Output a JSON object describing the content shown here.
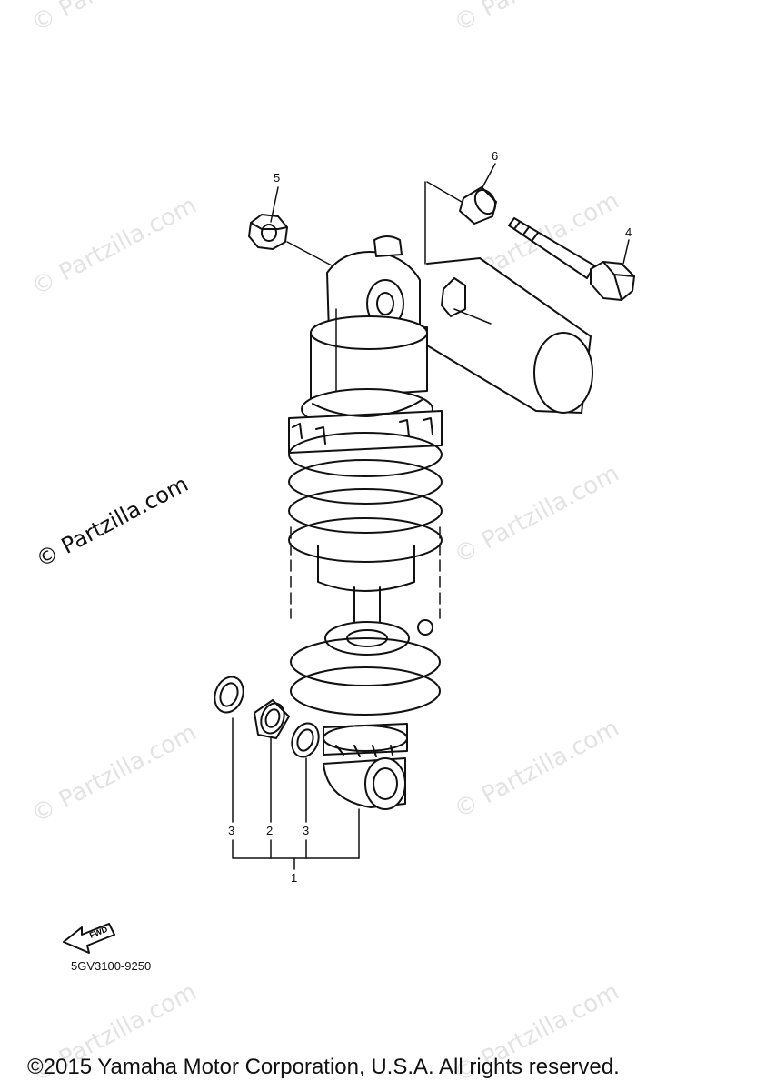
{
  "watermark": {
    "faint": "© Partzilla.com",
    "strong": "© Partzilla.com"
  },
  "callouts": {
    "c1": "1",
    "c2": "2",
    "c3a": "3",
    "c3b": "3",
    "c4": "4",
    "c5": "5",
    "c6": "6"
  },
  "fwd_label": "FWD",
  "diagram_code": "5GV3100-9250",
  "copyright": "©2015 Yamaha Motor Corporation, U.S.A. All rights reserved.",
  "colors": {
    "line": "#111111",
    "watermark": "#e3e3e3"
  }
}
